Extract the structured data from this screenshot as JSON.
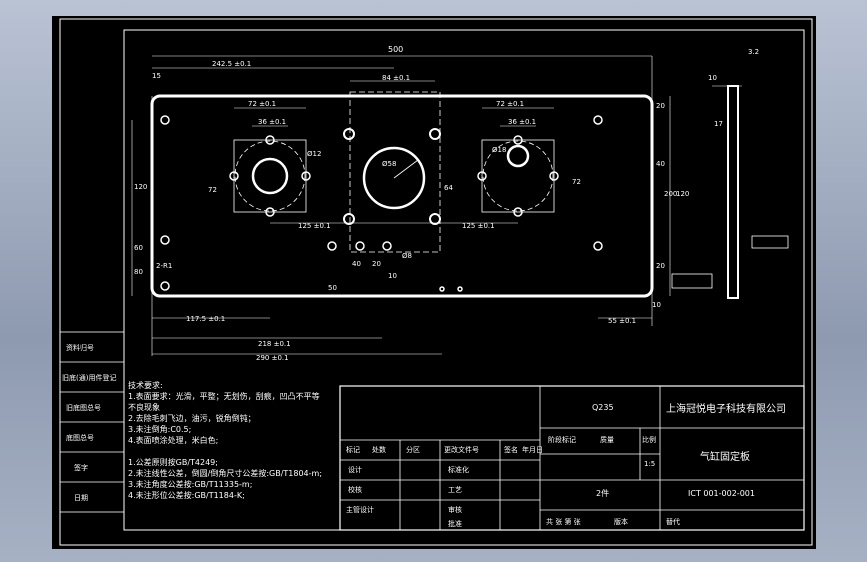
{
  "drawing": {
    "overall_length": "500",
    "dims_top": [
      "15",
      "242.5 ±0.1",
      "84 ±0.1",
      "72 ±0.1",
      "72 ±0.1",
      "36 ±0.1",
      "36 ±0.1"
    ],
    "dims_right": [
      "20",
      "40",
      "72",
      "120",
      "200",
      "20",
      "10",
      "17",
      "10"
    ],
    "dims_left": [
      "120",
      "80",
      "72",
      "2-R1"
    ],
    "dims_bottom": [
      "125 ±0.1",
      "125 ±0.1",
      "117.5 ±0.1",
      "218 ±0.1",
      "290 ±0.1",
      "55 ±0.1",
      "40",
      "20",
      "10",
      "50",
      "64",
      "60"
    ],
    "hole_labels": [
      "Ø12",
      "Ø58",
      "Ø18",
      "Ø8"
    ],
    "roughness_top": "3.2"
  },
  "side_blocks": [
    "资料归号",
    "旧底(通)用件登记",
    "旧底图总号",
    "底图总号",
    "签字",
    "日期"
  ],
  "tech_requirements": [
    "技术要求:",
    "1.表面要求：光滑，平整；无划伤，刮痕，凹凸不平等",
    "   不良现象",
    "2.去除毛刺飞边，油污，锐角倒钝；",
    "3.未注倒角:C0.5;",
    "4.表面喷涂处理，米白色;",
    "",
    "1.公差原则按GB/T4249;",
    "2.未注线性公差，倒圆/倒角尺寸公差按:GB/T1804-m;",
    "3.未注角度公差按:GB/T11335-m;",
    "4.未注形位公差按:GB/T1184-K;"
  ],
  "title_block": {
    "material": "Q235",
    "company": "上海冠悦电子科技有限公司",
    "part_name": "气缸固定板",
    "quantity": "2件",
    "drawing_no": "ICT 001-002-001",
    "scale_header": "比例",
    "scale": "1:5",
    "stage_headers": [
      "阶段标记",
      "质量",
      "比例"
    ],
    "rev_headers": [
      "标记",
      "处数",
      "分区",
      "更改文件号",
      "签名",
      "年月日"
    ],
    "roles": [
      "设计",
      "校核",
      "主管设计",
      "标准化",
      "工艺",
      "审核",
      "批准"
    ],
    "footer": [
      "共 张 第 张",
      "版本",
      "替代"
    ]
  }
}
